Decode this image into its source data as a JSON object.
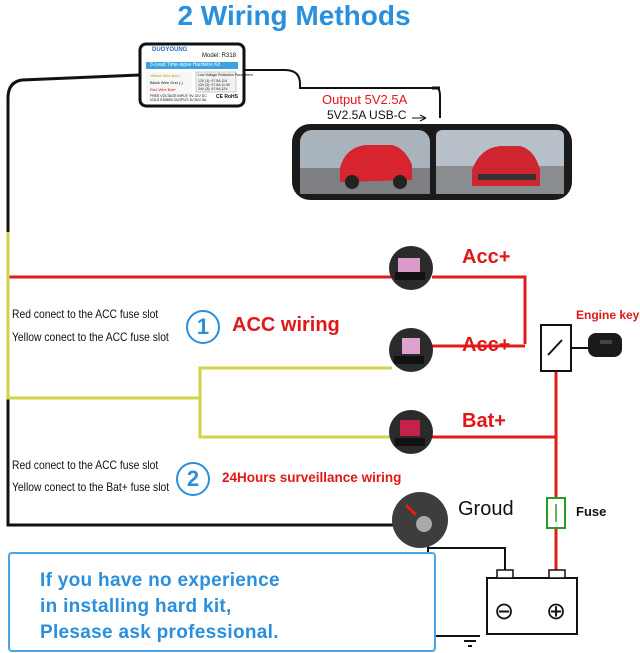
{
  "title": "2 Wiring Methods",
  "hardwire_kit": {
    "brand": "DUOYOUNG",
    "model": "Model: R318",
    "name": "3-Lead Time-lapse Hardwire Kit",
    "wires": [
      "Yellow Wire Acc+",
      "Black Wire Gnd (-)",
      "Red Wire Bat+"
    ],
    "protection_title": "Low Voltage Protection Parameters",
    "protection_lines": [
      "12V (1): 97.5A 11V",
      "12V (2): 97.5A 11.5V",
      "24V (3): 97.5A 12V"
    ],
    "input_output": [
      "FREE VOLTAGE INPUT: 9V-32V DC",
      "VOLS ES9890 OUTPUT: DC5V2.5A"
    ],
    "cert": "CE  RoHS"
  },
  "output_label": "Output 5V2.5A",
  "usb_label": "5V2.5A USB-C",
  "labels": {
    "acc_plus_1": "Acc+",
    "acc_plus_2": "Acc+",
    "bat_plus": "Bat+",
    "engine_key": "Engine key",
    "ground": "Groud",
    "fuse": "Fuse"
  },
  "method_1": {
    "number": "1",
    "name": "ACC wiring",
    "red_text": "Red conect to the ACC fuse slot",
    "yellow_text": "Yellow conect to the ACC fuse slot"
  },
  "method_2": {
    "number": "2",
    "name": "24Hours surveillance wiring",
    "red_text": "Red conect to the ACC fuse slot",
    "yellow_text": "Yellow conect to the Bat+ fuse slot"
  },
  "notice": [
    "If you have no experience",
    "in installing hard kit,",
    "Plesase ask professional."
  ],
  "battery": {
    "minus": "⊖",
    "plus": "⊕"
  },
  "colors": {
    "title_blue": "#2a8fdc",
    "wire_red": "#e21b1b",
    "wire_yellow": "#d4d24a",
    "wire_black": "#111111"
  }
}
